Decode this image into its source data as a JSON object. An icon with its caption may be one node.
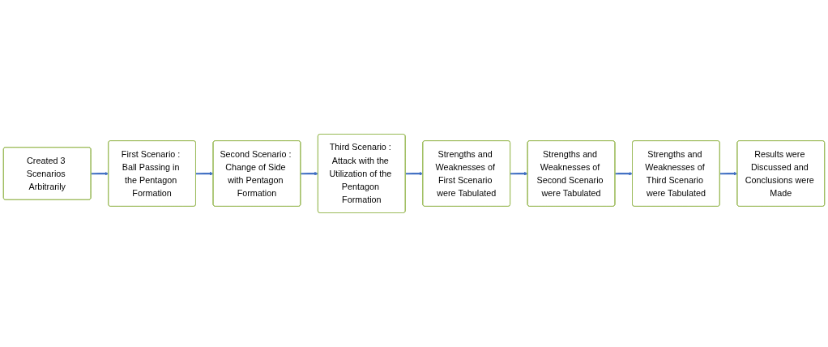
{
  "diagram": {
    "nodes": [
      {
        "text": [
          "Created 3 Scenarios Arbitrarily"
        ]
      },
      {
        "text": [
          "First Scenario : Ball Passing in the Pentagon Formation"
        ]
      },
      {
        "text": [
          "Second Scenario : Change of Side with Pentagon Formation"
        ]
      },
      {
        "text": [
          "Third Scenario : Attack with the Utilization of the Pentagon Formation"
        ]
      },
      {
        "text": [
          "Strengths and Weaknesses of First Scenario were Tabulated"
        ]
      },
      {
        "text": [
          "Strengths and Weaknesses of Second Scenario were Tabulated"
        ]
      },
      {
        "text": [
          "Strengths and Weaknesses of Third Scenario were Tabulated"
        ]
      },
      {
        "text": [
          "Results were Discussed and Conclusions were Made"
        ]
      }
    ],
    "edges": [
      {
        "from": 0,
        "to": 1,
        "arrow": "to"
      },
      {
        "from": 1,
        "to": 2,
        "arrow": "to"
      },
      {
        "from": 2,
        "to": 3,
        "arrow": "to"
      },
      {
        "from": 3,
        "to": 4,
        "arrow": "to"
      },
      {
        "from": 4,
        "to": 5,
        "arrow": "to"
      },
      {
        "from": 5,
        "to": 6,
        "arrow": "to"
      },
      {
        "from": 6,
        "to": 7,
        "arrow": "to"
      }
    ]
  }
}
